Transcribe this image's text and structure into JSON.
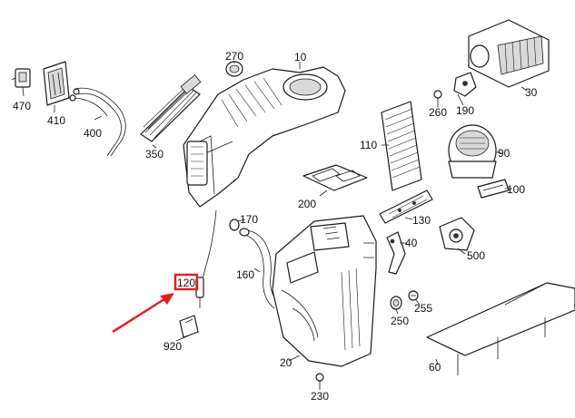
{
  "diagram": {
    "highlight_color": "#e02020",
    "callouts": {
      "c470": "470",
      "c410": "410",
      "c400": "400",
      "c350": "350",
      "c270": "270",
      "c10": "10",
      "c30": "30",
      "c260": "260",
      "c190": "190",
      "c110": "110",
      "c90": "90",
      "c100": "100",
      "c200": "200",
      "c130": "130",
      "c170": "170",
      "c40": "40",
      "c500": "500",
      "c160": "160",
      "c120": "120",
      "c255": "255",
      "c250": "250",
      "c920": "920",
      "c20": "20",
      "c60": "60",
      "c230": "230"
    }
  }
}
